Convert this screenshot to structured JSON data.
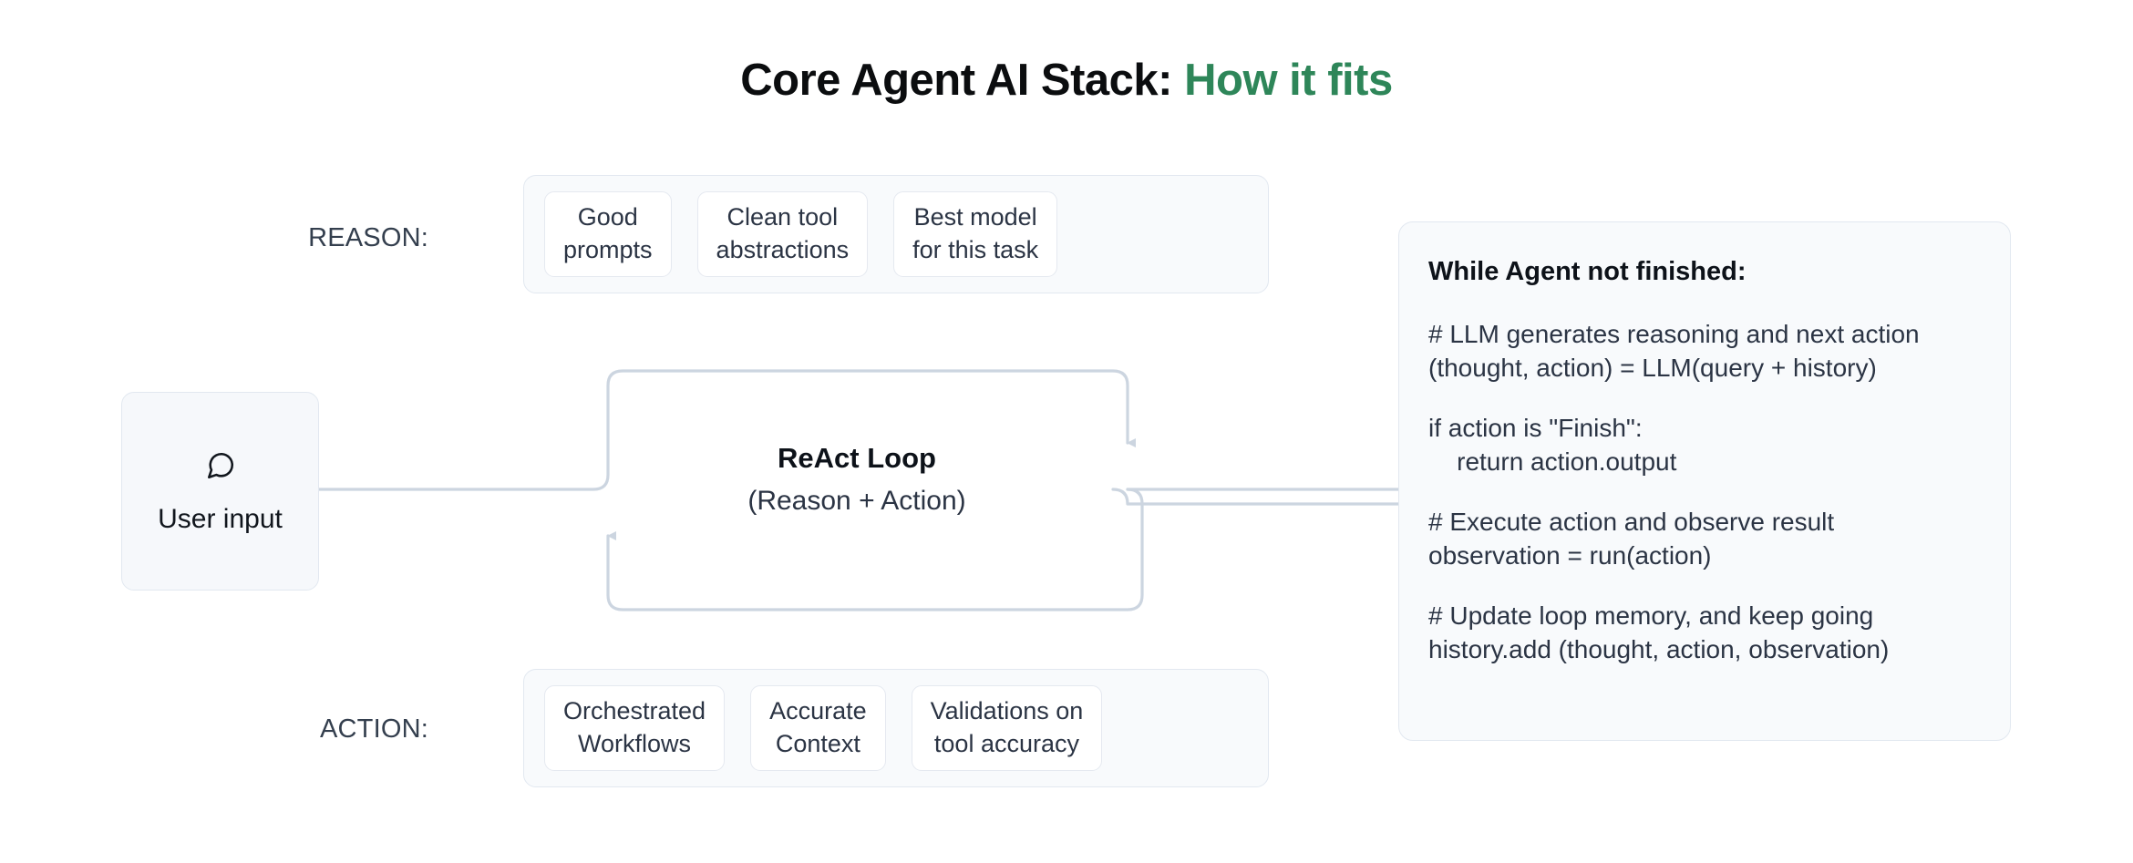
{
  "title": {
    "main": "Core Agent AI Stack: ",
    "accent": "How it fits",
    "accent_color": "#2e8659"
  },
  "rows": {
    "reason": {
      "label": "REASON:",
      "chips": [
        {
          "line1": "Good",
          "line2": "prompts"
        },
        {
          "line1": "Clean tool",
          "line2": "abstractions"
        },
        {
          "line1": "Best model",
          "line2": "for this task"
        }
      ]
    },
    "action": {
      "label": "ACTION:",
      "chips": [
        {
          "line1": "Orchestrated",
          "line2": "Workflows"
        },
        {
          "line1": "Accurate",
          "line2": "Context"
        },
        {
          "line1": "Validations on",
          "line2": "tool accuracy"
        }
      ]
    }
  },
  "user_input": {
    "label": "User input",
    "icon": "message-bubble-icon"
  },
  "react_loop": {
    "title": "ReAct Loop",
    "subtitle": "(Reason + Action)"
  },
  "code_panel": {
    "heading": "While Agent not finished:",
    "blocks": [
      "# LLM generates reasoning and next action\n(thought, action) = LLM(query + history)",
      "if action is \"Finish\":\n    return action.output",
      "# Execute action and observe result\nobservation = run(action)",
      "# Update loop memory, and keep going\nhistory.add (thought, action, observation)"
    ]
  },
  "colors": {
    "surface": "#f8fafc",
    "border": "#e2e8f0",
    "connector": "#ccd5e0",
    "text": "#2b3444",
    "accent_green": "#2e8659"
  }
}
